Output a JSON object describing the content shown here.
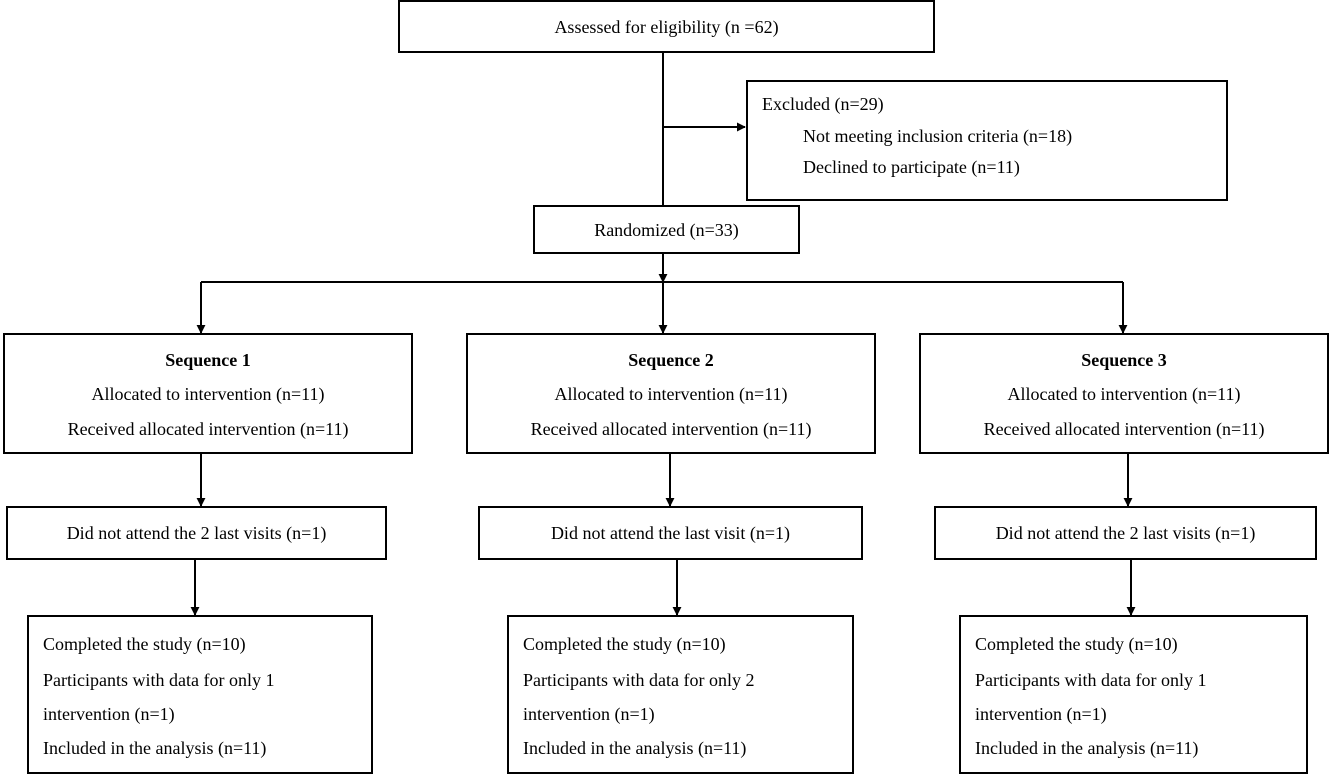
{
  "assessed": {
    "text": "Assessed for eligibility  (n =62)"
  },
  "excluded": {
    "title": "Excluded  (n=29)",
    "reasons": [
      "Not meeting inclusion criteria  (n=18)",
      "Declined  to  participate (n=11)"
    ]
  },
  "randomized": {
    "text": "Randomized  (n=33)"
  },
  "sequences": [
    {
      "title": "Sequence  1",
      "allocated": "Allocated to intervention (n=11)",
      "received": "Received allocated intervention (n=11)",
      "dropout": "Did not attend the 2  last visits (n=1)",
      "completed": "Completed  the study (n=10)",
      "partial_1": "Participants with data for only 1",
      "partial_2": "intervention  (n=1)",
      "analysis": "Included in the analysis (n=11)"
    },
    {
      "title": "Sequence  2",
      "allocated": "Allocated to intervention (n=11)",
      "received": "Received allocated intervention (n=11)",
      "dropout": "Did not attend the last visit (n=1)",
      "completed": "Completed  the study (n=10)",
      "partial_1": "Participants with data for only 2",
      "partial_2": "intervention  (n=1)",
      "analysis": "Included in the analysis (n=11)"
    },
    {
      "title": "Sequence  3",
      "allocated": "Allocated to intervention (n=11)",
      "received": "Received allocated intervention (n=11)",
      "dropout": "Did not attend the 2  last visits (n=1)",
      "completed": "Completed  the study (n=10)",
      "partial_1": "Participants with data for only 1",
      "partial_2": "intervention  (n=1)",
      "analysis": "Included in the analysis (n=11)"
    }
  ]
}
